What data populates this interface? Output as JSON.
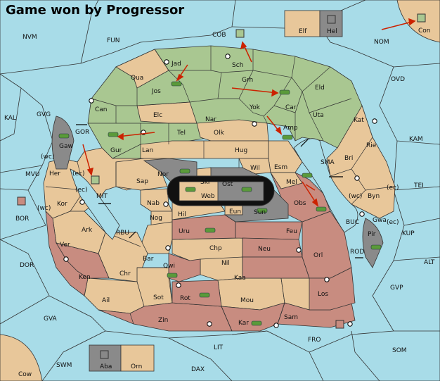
{
  "title": "Game won by Progressor",
  "colors": {
    "sea": "#a8dce8",
    "green": "#a9c791",
    "tan": "#e8c79a",
    "red": "#c88c80",
    "neutral": "#8a8a8a",
    "arrow": "#cc2200"
  },
  "regions": {
    "nvm": "NVM",
    "fun": "FUN",
    "cob": "COB",
    "elf": "Elf",
    "hel": "Hel",
    "nom": "NOM",
    "con": "Con",
    "kal": "KAL",
    "gvg": "GVG",
    "ovd": "OVD",
    "kam": "KAM",
    "tei": "TEI",
    "mvu": "MVU",
    "bor": "BOR",
    "dor": "DOR",
    "alt": "ALT",
    "kup": "KUP",
    "gvp": "GVP",
    "gva": "GVA",
    "fro": "FRO",
    "som": "SOM",
    "lit": "LIT",
    "swm": "SWM",
    "dax": "DAX",
    "cow": "Cow",
    "aba": "Aba",
    "orn": "Orn",
    "jad": "Jad",
    "sch": "Sch",
    "qua": "Qua",
    "jos": "Jos",
    "grh": "Grh",
    "eld": "Eld",
    "can": "Can",
    "yok": "Yok",
    "car": "Car",
    "uta": "Uta",
    "elc": "Elc",
    "nar": "Nar",
    "kat": "Kat",
    "gor": "GOR",
    "tel": "Tel",
    "olk": "Olk",
    "amp": "Amp",
    "gaw": "Gaw",
    "gur": "Gur",
    "lan": "Lan",
    "hug": "Hug",
    "rie": "Rie",
    "bri": "Bri",
    "sma": "SMA",
    "wil": "Wil",
    "esm": "Esm",
    "her": "Her",
    "nor": "Nor",
    "skr": "Skr",
    "ost": "Ost",
    "mel": "Mel",
    "sap": "Sap",
    "web": "Web",
    "byn": "Byn",
    "mit": "MIT",
    "kor": "Kor",
    "nab": "Nab",
    "obs": "Obs",
    "eun": "Eun",
    "sun": "Sun",
    "hil": "Hil",
    "buc": "BUC",
    "gwa": "Gwa",
    "nog": "Nog",
    "ark": "Ark",
    "rbu": "RBU",
    "uru": "Uru",
    "feu": "Feu",
    "pir": "Pir",
    "ver": "Ver",
    "chp": "Chp",
    "neu": "Neu",
    "rod": "ROD",
    "bar": "Bar",
    "orl": "Orl",
    "qwi": "Qwi",
    "nil": "Nil",
    "ken": "Ken",
    "chr": "Chr",
    "kaa": "Kaa",
    "los": "Los",
    "rot": "Rot",
    "sot": "Sot",
    "ail": "Ail",
    "mou": "Mou",
    "zin": "Zin",
    "sam": "Sam",
    "kar": "Kar"
  },
  "coast_marks": [
    "(wc)",
    "(ec)",
    "(ec)",
    "(wc)",
    "(wc)",
    "(ec)",
    "(ec)"
  ],
  "icons": {
    "army": "tank-icon",
    "fleet": "ship-icon",
    "move": "arrow-icon",
    "supply": "supply-center-icon"
  }
}
